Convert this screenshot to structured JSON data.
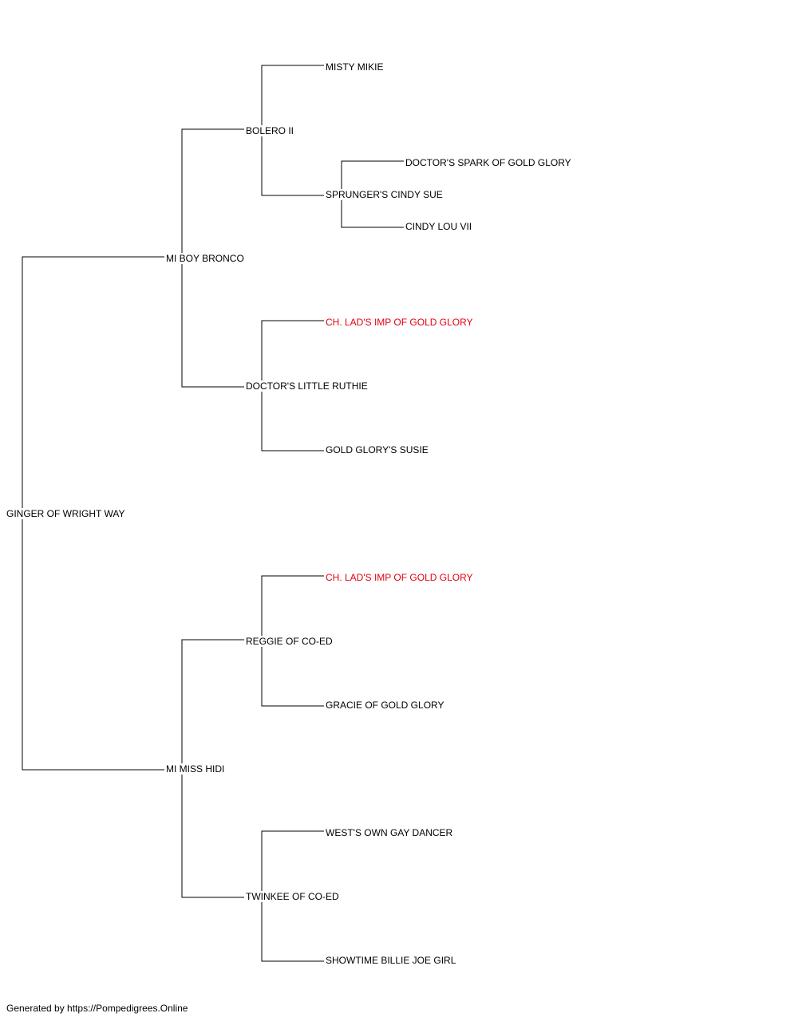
{
  "highlight_color": "#e3000f",
  "pedigree": {
    "subject": "GINGER OF WRIGHT WAY",
    "sire": {
      "name": "MI BOY BRONCO",
      "sire": {
        "name": "BOLERO II",
        "sire": {
          "name": "MISTY MIKIE"
        },
        "dam": {
          "name": "SPRUNGER'S CINDY SUE",
          "sire": {
            "name": "DOCTOR'S SPARK OF GOLD GLORY"
          },
          "dam": {
            "name": "CINDY LOU VII"
          }
        }
      },
      "dam": {
        "name": "DOCTOR'S LITTLE RUTHIE",
        "sire": {
          "name": "CH. LAD'S IMP OF GOLD GLORY",
          "highlighted": true
        },
        "dam": {
          "name": "GOLD GLORY'S SUSIE"
        }
      }
    },
    "dam": {
      "name": "MI MISS HIDI",
      "sire": {
        "name": "REGGIE OF CO-ED",
        "sire": {
          "name": "CH. LAD'S IMP OF GOLD GLORY",
          "highlighted": true
        },
        "dam": {
          "name": "GRACIE OF GOLD GLORY"
        }
      },
      "dam": {
        "name": "TWINKEE OF CO-ED",
        "sire": {
          "name": "WEST'S OWN GAY DANCER"
        },
        "dam": {
          "name": "SHOWTIME BILLIE JOE GIRL"
        }
      }
    }
  },
  "footer": "Generated by https://Pompedigrees.Online"
}
